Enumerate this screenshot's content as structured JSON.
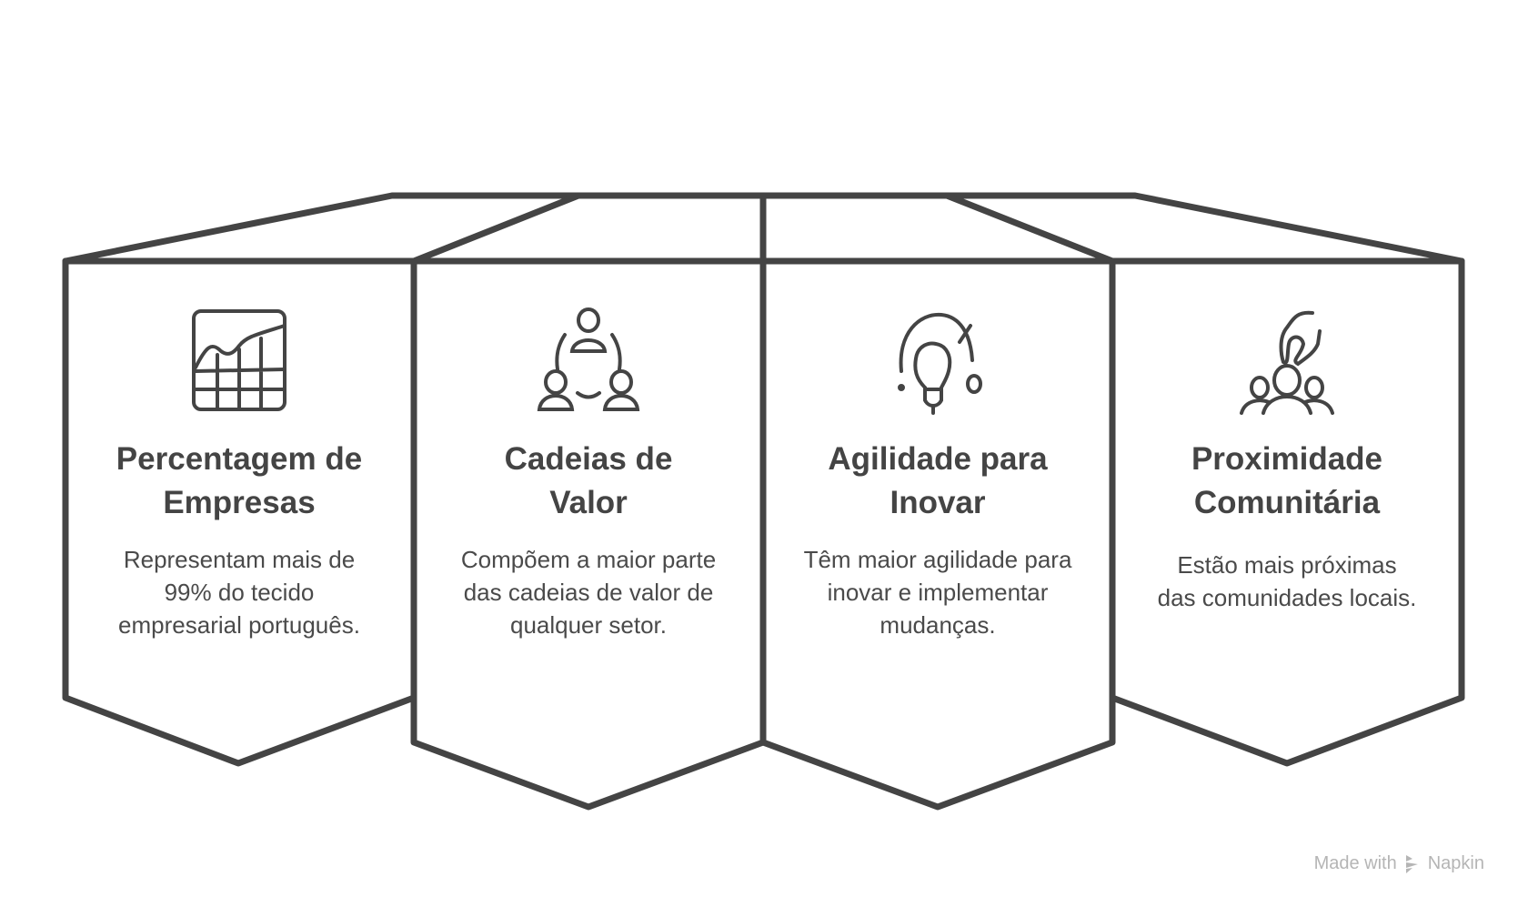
{
  "cards": [
    {
      "title": "Percentagem de Empresas",
      "body": "Representam mais de 99% do tecido empresarial português.",
      "icon": "chart-grid-icon"
    },
    {
      "title": "Cadeias de Valor",
      "body": "Compõem a maior parte das cadeias de valor de qualquer setor.",
      "icon": "people-cycle-icon"
    },
    {
      "title": "Agilidade para Inovar",
      "body": "Têm maior agilidade para inovar e implementar mudanças.",
      "icon": "lightbulb-icon"
    },
    {
      "title": "Proximidade Comunitária",
      "body": "Estão mais próximas das comunidades locais.",
      "icon": "community-hand-icon"
    }
  ],
  "watermark": {
    "prefix": "Made with",
    "brand": "Napkin"
  },
  "colors": {
    "stroke": "#444444",
    "watermark": "#b5b5b5"
  }
}
